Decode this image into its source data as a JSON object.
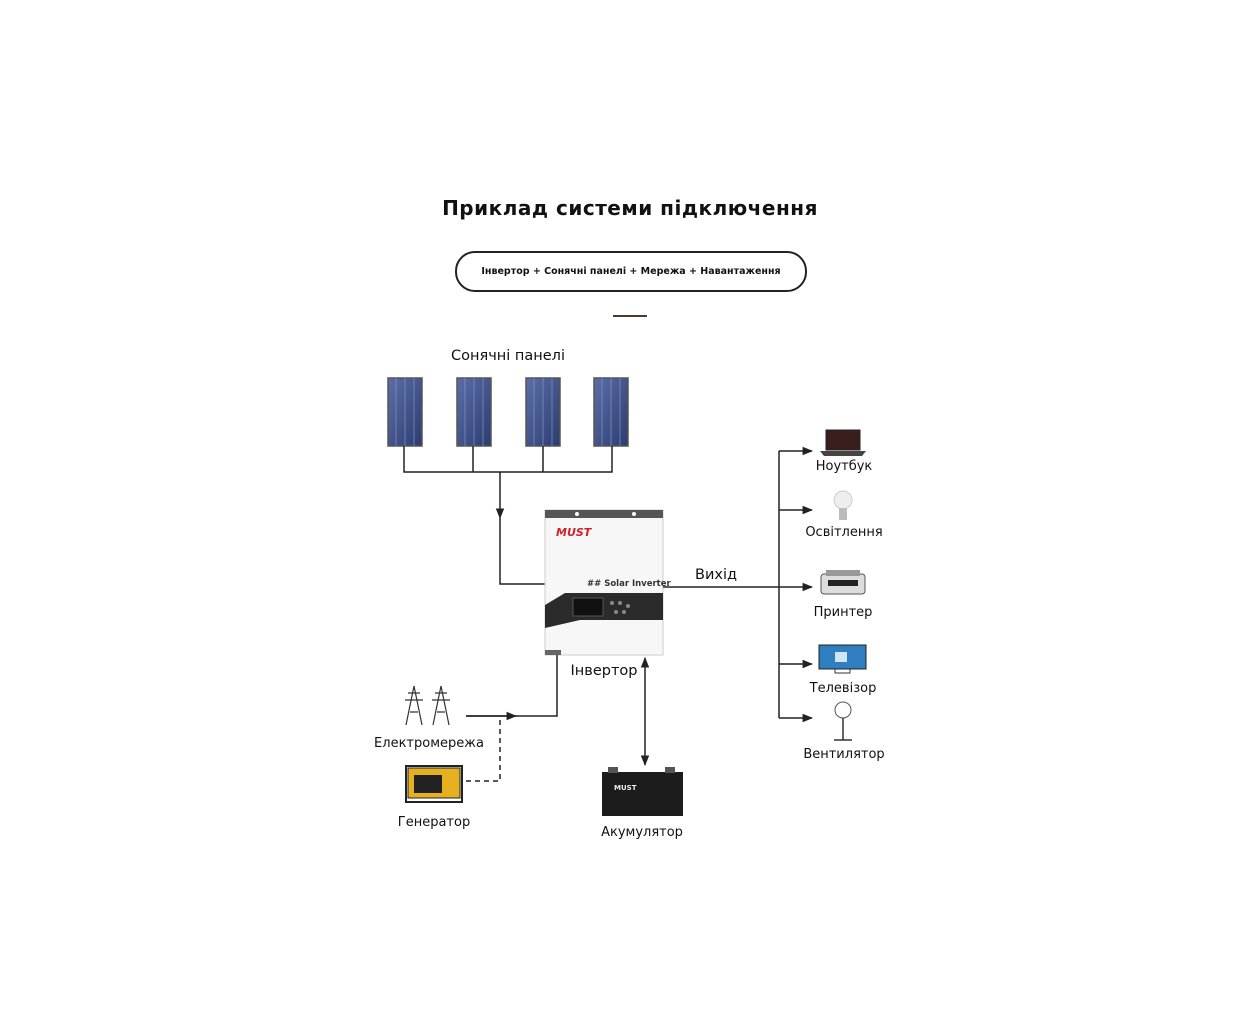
{
  "title": "Приклад системи підключення",
  "subtitle": "Інвертор + Сонячні панелі + Мережа + Навантаження",
  "labels": {
    "solar_panels": "Сонячні панелі",
    "output": "Вихід",
    "inverter": "Інвертор",
    "grid": "Електромережа",
    "generator": "Генератор",
    "battery": "Акумулятор"
  },
  "inverter_device": {
    "brand": "MUST",
    "model_text": "Solar Inverter"
  },
  "battery_device": {
    "brand": "MUST"
  },
  "loads": [
    "Ноутбук",
    "Освітлення",
    "Принтер",
    "Телевізор",
    "Вентилятор"
  ],
  "colors": {
    "line": "#222222",
    "brand_red": "#d0202a",
    "panel_blue": "#3a4f86"
  }
}
